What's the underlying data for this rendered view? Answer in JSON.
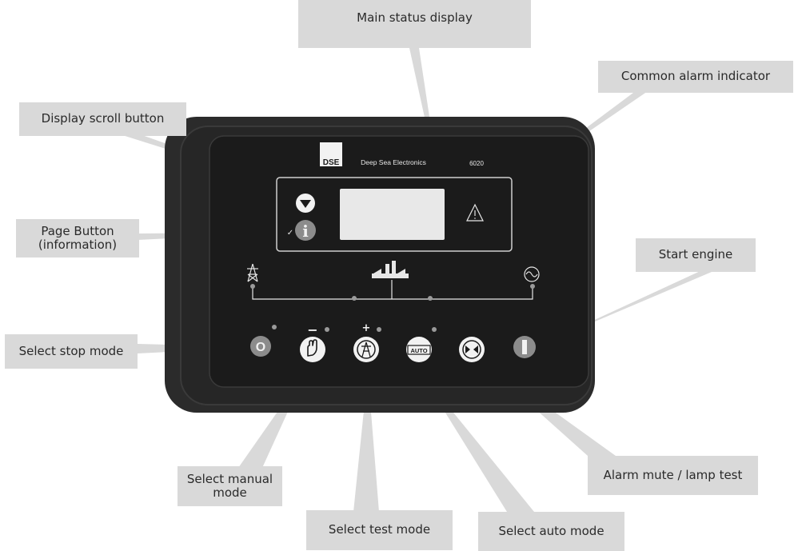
{
  "panel": {
    "logo_text": "DSE",
    "brand": "Deep Sea Electronics",
    "model": "6020"
  },
  "labels": {
    "main_status_display": "Main status display",
    "common_alarm_indicator": "Common alarm indicator",
    "display_scroll_button": "Display scroll button",
    "page_button": "Page Button\n(information)",
    "start_engine": "Start engine",
    "select_stop_mode": "Select stop mode",
    "select_manual_mode": "Select manual\nmode",
    "select_test_mode": "Select test mode",
    "select_auto_mode": "Select auto mode",
    "alarm_mute_lamp_test": "Alarm mute / lamp test"
  },
  "buttons": {
    "stop_glyph": "O",
    "manual_indicator": "−",
    "test_indicator": "+",
    "auto_text": "AUTO",
    "info_glyph": "i",
    "info_check": "✓",
    "start_glyph": "I"
  },
  "colors": {
    "panel_body": "#2b2b2b",
    "panel_face": "#1b1b1b",
    "callout": "#d9d9d9",
    "button_light": "#f2f2f2",
    "button_grey": "#8c8c8c"
  }
}
